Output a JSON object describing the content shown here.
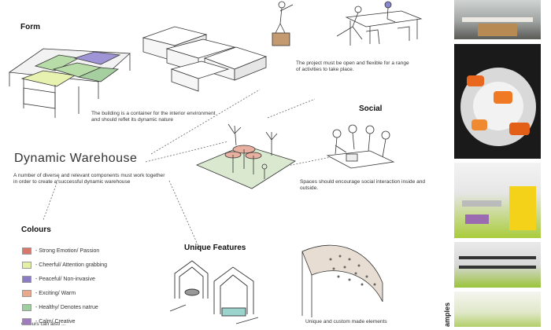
{
  "headings": {
    "form": "Form",
    "social": "Social",
    "colours": "Colours",
    "unique": "Unique Features",
    "examples": "amples"
  },
  "title": "Dynamic Warehouse",
  "captions": {
    "form": "The building is a container for the interior environment and should reflet its dynamic nature",
    "project": "The project must be open and flexible for a range of activities to take place.",
    "intro": "A number of diverse and relevant components must work together in order to create a successful dynamic warehouse",
    "social": "Spaces should encourage social interaction inside and outside.",
    "unique": "Unique and custom made elements",
    "colours_note": "Colours can also ..."
  },
  "colours": [
    {
      "label": "- Strong Emotion/ Passion",
      "color": "#d9776d"
    },
    {
      "label": "- Cheerful/ Attention grabbing",
      "color": "#e5f0a6"
    },
    {
      "label": "- Peaceful/ Non-invasive",
      "color": "#8b7cc8"
    },
    {
      "label": "- Exciting/ Warm",
      "color": "#eaa98a"
    },
    {
      "label": "- Healthy/ Denotes natrue",
      "color": "#9ccf9c"
    },
    {
      "label": "- Calm/ Creative",
      "color": "#a07bbd"
    }
  ]
}
